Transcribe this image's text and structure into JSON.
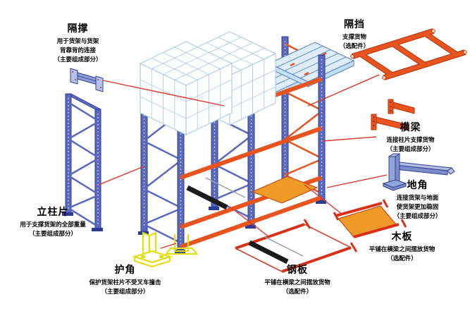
{
  "palette": {
    "background": "#ffffff",
    "text_black": "#000000",
    "frame_blue": "#5a68c0",
    "frame_blue_dark": "#2c3c96",
    "beam_orange": "#e8531e",
    "beam_dark": "#b53510",
    "pallet_blue": "#ddeefa",
    "pallet_outline": "#5a80c8",
    "box_line": "#adcdea",
    "board_orange": "#f09a28",
    "plate_black": "#1a1a1a",
    "protector_yellow": "#e2de14",
    "leader_red": "#e03428",
    "rail_red": "#d93018"
  },
  "labels": {
    "gecheng": {
      "title": "隔撑",
      "desc1": "用于货架与货架",
      "desc2": "背靠背的连接",
      "desc3": "（主要组成部分）"
    },
    "gedang": {
      "title": "隔挡",
      "desc1": "支撑货物",
      "desc2": "（选配件）"
    },
    "hengliang": {
      "title": "横梁",
      "desc1": "连接柱片支撑货物",
      "desc2": "（主要组成部分）"
    },
    "dijiao": {
      "title": "地角",
      "desc1": "连接货架与地面",
      "desc2": "使货架更加稳固",
      "desc3": "（主要组成部分）"
    },
    "muban": {
      "title": "木板",
      "desc1": "平铺在横梁之间摆放货物",
      "desc2": "（选配件）"
    },
    "gangban": {
      "title": "钢板",
      "desc1": "平铺在横梁之间摆放货物",
      "desc2": "（选配件）"
    },
    "lizhupian": {
      "title": "立柱片",
      "desc1": "用于支撑货架的全部重量",
      "desc2": "（主要组成部分）"
    },
    "hujiao": {
      "title": "护角",
      "desc1": "保护货架柱片不受叉车撞击",
      "desc2": "（主要组成部分）"
    }
  }
}
